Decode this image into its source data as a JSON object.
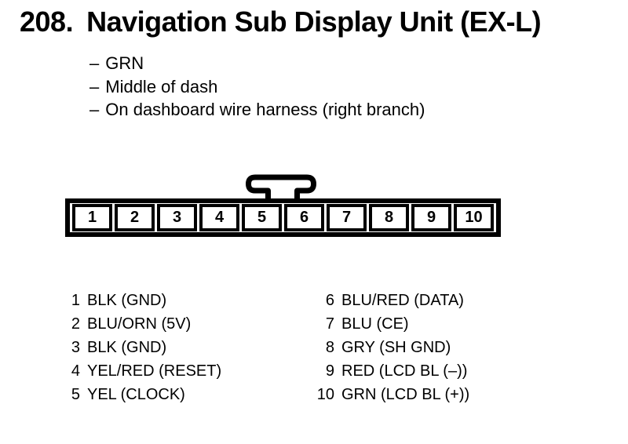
{
  "header": {
    "title_number": "208.",
    "title": "Navigation Sub Display Unit (EX-L)"
  },
  "notes": {
    "bullet": "–",
    "items": [
      "GRN",
      "Middle of dash",
      "On dashboard wire harness (right branch)"
    ]
  },
  "connector": {
    "pins": [
      "1",
      "2",
      "3",
      "4",
      "5",
      "6",
      "7",
      "8",
      "9",
      "10"
    ]
  },
  "pinout": {
    "left": [
      {
        "pin": "1",
        "label": "BLK (GND)"
      },
      {
        "pin": "2",
        "label": "BLU/ORN (5V)"
      },
      {
        "pin": "3",
        "label": "BLK (GND)"
      },
      {
        "pin": "4",
        "label": "YEL/RED (RESET)"
      },
      {
        "pin": "5",
        "label": "YEL (CLOCK)"
      }
    ],
    "right": [
      {
        "pin": "6",
        "label": "BLU/RED (DATA)"
      },
      {
        "pin": "7",
        "label": "BLU (CE)"
      },
      {
        "pin": "8",
        "label": "GRY (SH GND)"
      },
      {
        "pin": "9",
        "label": "RED (LCD BL (–))"
      },
      {
        "pin": "10",
        "label": "GRN (LCD BL (+))"
      }
    ]
  },
  "colors": {
    "ink": "#000000",
    "paper": "#ffffff"
  }
}
